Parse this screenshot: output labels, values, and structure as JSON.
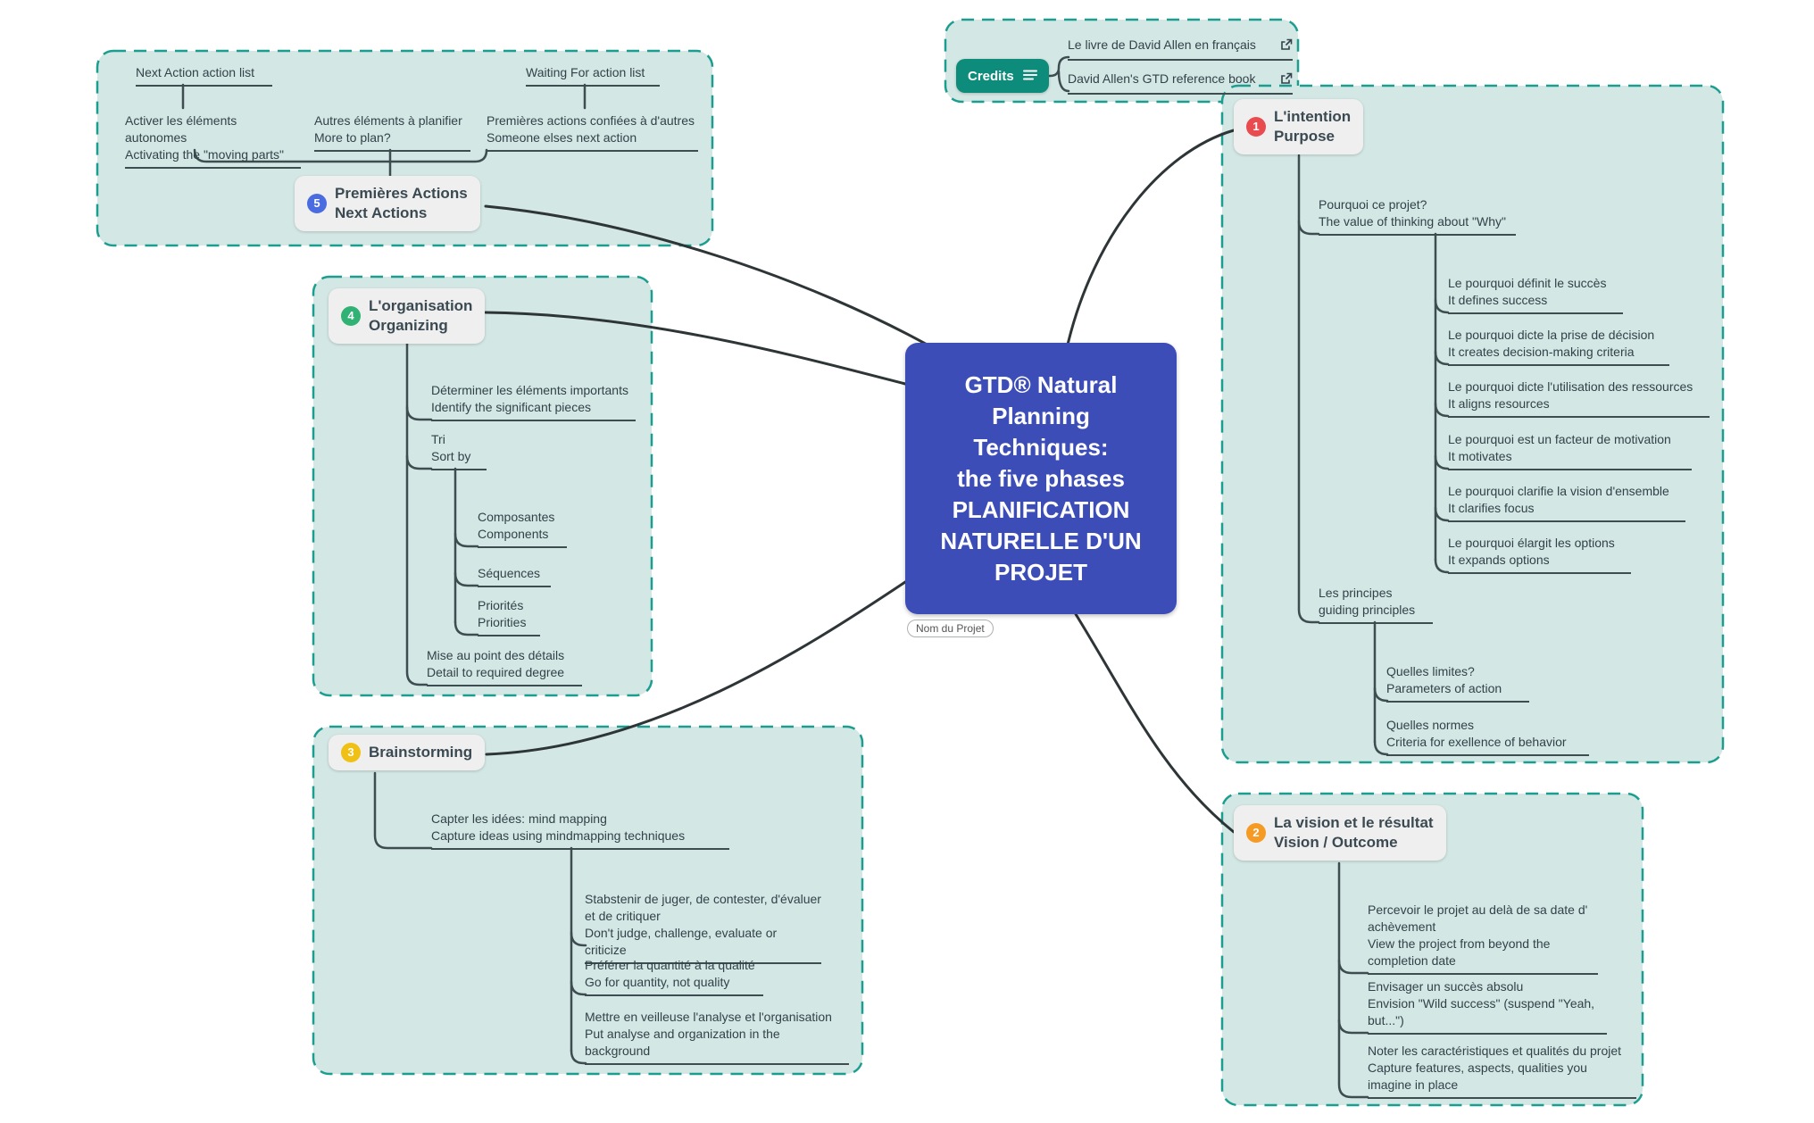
{
  "app": {
    "type": "mind-map"
  },
  "colors": {
    "boundary_fill": "#d3e7e4",
    "boundary_border": "#1b9e8f",
    "connector": "#2e3537",
    "tree_line": "#3d4d50",
    "central_bg": "#3d4db7",
    "topic_bg": "#efefef",
    "topic_text": "#3b4a52",
    "badge_1": "#e84c4f",
    "badge_2": "#f59b25",
    "badge_3": "#f0c114",
    "badge_4": "#2fb273",
    "badge_5": "#4a6ce0",
    "credits_bg": "#0d8c7b"
  },
  "central": {
    "title": "GTD® Natural\nPlanning\nTechniques:\nthe five phases\nPLANIFICATION\nNATURELLE D'UN\nPROJET",
    "tag": "Nom du Projet"
  },
  "credits": {
    "label": "Credits",
    "links": [
      "Le livre de David Allen en français",
      "David Allen's GTD reference book"
    ]
  },
  "purpose": {
    "badge": "1",
    "title": "L'intention\nPurpose",
    "why": "Pourquoi ce projet?\nThe value of thinking about \"Why\"",
    "why_items": [
      "Le pourquoi définit le succès\nIt defines success",
      "Le pourquoi dicte la prise de décision\nIt creates decision-making criteria",
      "Le pourquoi dicte l'utilisation des ressources\nIt aligns resources",
      "Le pourquoi est un facteur de motivation\nIt motivates",
      "Le pourquoi clarifie la vision d'ensemble\nIt clarifies focus",
      "Le pourquoi élargit les options\nIt expands options"
    ],
    "principles": "Les principes\nguiding principles",
    "principle_items": [
      "Quelles limites?\nParameters of action",
      "Quelles normes\nCriteria for exellence of behavior"
    ]
  },
  "vision": {
    "badge": "2",
    "title": "La vision et le résultat\nVision / Outcome",
    "items": [
      "Percevoir le projet au delà de sa date d'\nachèvement\nView the project from beyond the\ncompletion date",
      "Envisager un succès absolu\nEnvision \"Wild success\" (suspend \"Yeah,\nbut...\")",
      "Noter les caractéristiques et qualités du projet\nCapture features, aspects, qualities you\nimagine in place"
    ]
  },
  "brainstorming": {
    "badge": "3",
    "title": "Brainstorming",
    "capture": "Capter les idées: mind mapping\nCapture ideas using mindmapping techniques",
    "items": [
      "Stabstenir de juger, de contester, d'évaluer\net de critiquer\nDon't judge, challenge, evaluate or criticize",
      "Préférer la quantité à la qualité\nGo for quantity, not quality",
      "Mettre en veilleuse l'analyse et l'organisation\nPut analyse and organization in the\nbackground"
    ]
  },
  "organizing": {
    "badge": "4",
    "title": "L'organisation\nOrganizing",
    "identify": "Déterminer les éléments importants\nIdentify the significant pieces",
    "sort": "Tri\nSort by",
    "sort_items": [
      "Composantes\nComponents",
      "Séquences",
      "Priorités\nPriorities"
    ],
    "detail": "Mise au point des détails\nDetail to required degree"
  },
  "next_actions": {
    "badge": "5",
    "title": "Premières Actions\nNext Actions",
    "lists": [
      "Next Action action list",
      "Waiting For action list"
    ],
    "children": [
      "Activer les éléments autonomes\nActivating the \"moving parts\"",
      "Autres éléments à planifier\nMore to plan?",
      "Premières actions confiées à d'autres\nSomeone elses next action"
    ]
  }
}
